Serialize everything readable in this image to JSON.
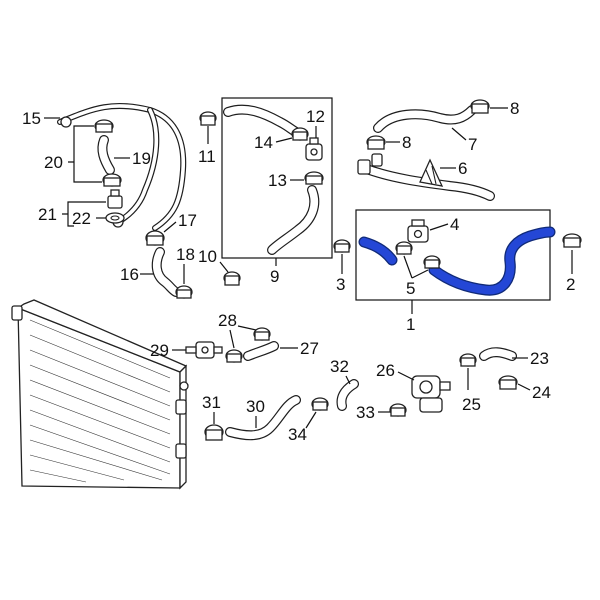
{
  "diagram": {
    "highlight_color": "#2447d6",
    "callouts": {
      "c1": "1",
      "c2": "2",
      "c3": "3",
      "c4": "4",
      "c5": "5",
      "c6": "6",
      "c7": "7",
      "c8a": "8",
      "c8b": "8",
      "c9": "9",
      "c10": "10",
      "c11": "11",
      "c12": "12",
      "c13": "13",
      "c14": "14",
      "c15": "15",
      "c16": "16",
      "c17": "17",
      "c18": "18",
      "c19": "19",
      "c20": "20",
      "c21": "21",
      "c22": "22",
      "c23": "23",
      "c24": "24",
      "c25": "25",
      "c26": "26",
      "c27": "27",
      "c28": "28",
      "c29": "29",
      "c30": "30",
      "c31": "31",
      "c32": "32",
      "c33": "33",
      "c34": "34"
    }
  }
}
